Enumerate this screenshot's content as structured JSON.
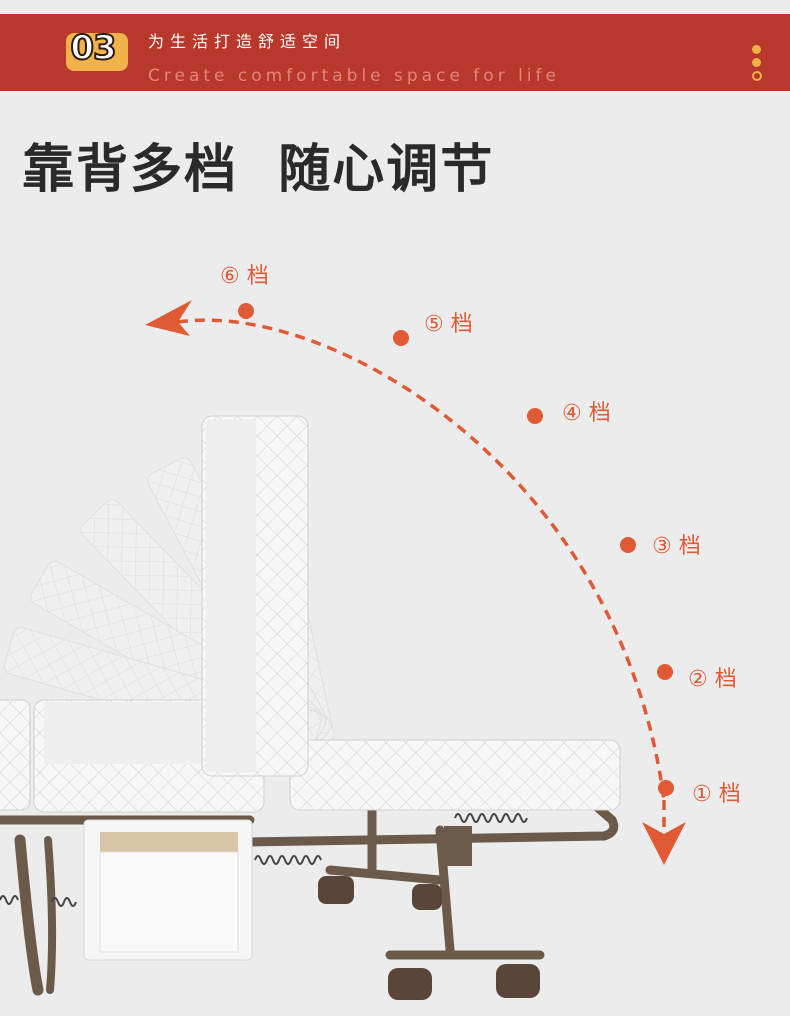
{
  "header": {
    "section_number": "03",
    "tagline_cn": "为生活打造舒适空间",
    "tagline_en": "Create comfortable space for life",
    "banner_color": "#b8382c",
    "accent_color": "#f2b24a"
  },
  "headline": "靠背多档  随心调节",
  "levels": [
    {
      "label": "① 档",
      "value": 1
    },
    {
      "label": "② 档",
      "value": 2
    },
    {
      "label": "③ 档",
      "value": 3
    },
    {
      "label": "④ 档",
      "value": 4
    },
    {
      "label": "⑤ 档",
      "value": 5
    },
    {
      "label": "⑥ 档",
      "value": 6
    }
  ],
  "arrow_color": "#e05a35"
}
